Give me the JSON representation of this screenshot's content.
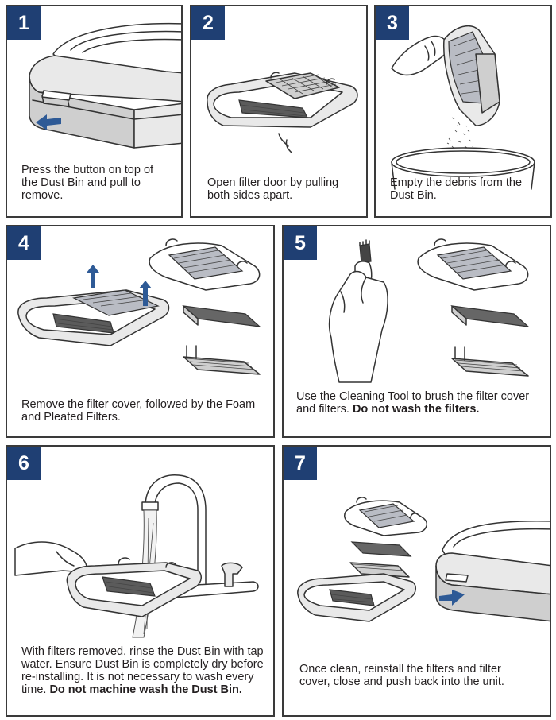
{
  "steps": [
    {
      "number": "1",
      "caption": "Press the button on top of the Dust Bin and pull to remove."
    },
    {
      "number": "2",
      "caption": "Open filter door by pulling both sides apart."
    },
    {
      "number": "3",
      "caption": "Empty the debris from the Dust Bin."
    },
    {
      "number": "4",
      "caption": "Remove the filter cover, followed by the Foam and Pleated Filters."
    },
    {
      "number": "5",
      "caption": "Use the Cleaning Tool to brush the filter cover and filters.",
      "caption_bold": "Do not wash the filters."
    },
    {
      "number": "6",
      "caption": "With filters removed, rinse the Dust Bin with tap water. Ensure Dust Bin is completely dry before re-installing. It is not necessary to wash every time.",
      "caption_bold": "Do not machine wash the Dust Bin."
    },
    {
      "number": "7",
      "caption": "Once clean, reinstall the filters and filter cover, close and push back into the unit."
    }
  ],
  "icons": [
    "arrow-left-icon",
    "arrow-up-icon",
    "arrow-right-icon"
  ],
  "colors": {
    "badge": "#1f3f73",
    "arrow": "#2e5a96",
    "border": "#3a3a3a",
    "text": "#231f20"
  }
}
